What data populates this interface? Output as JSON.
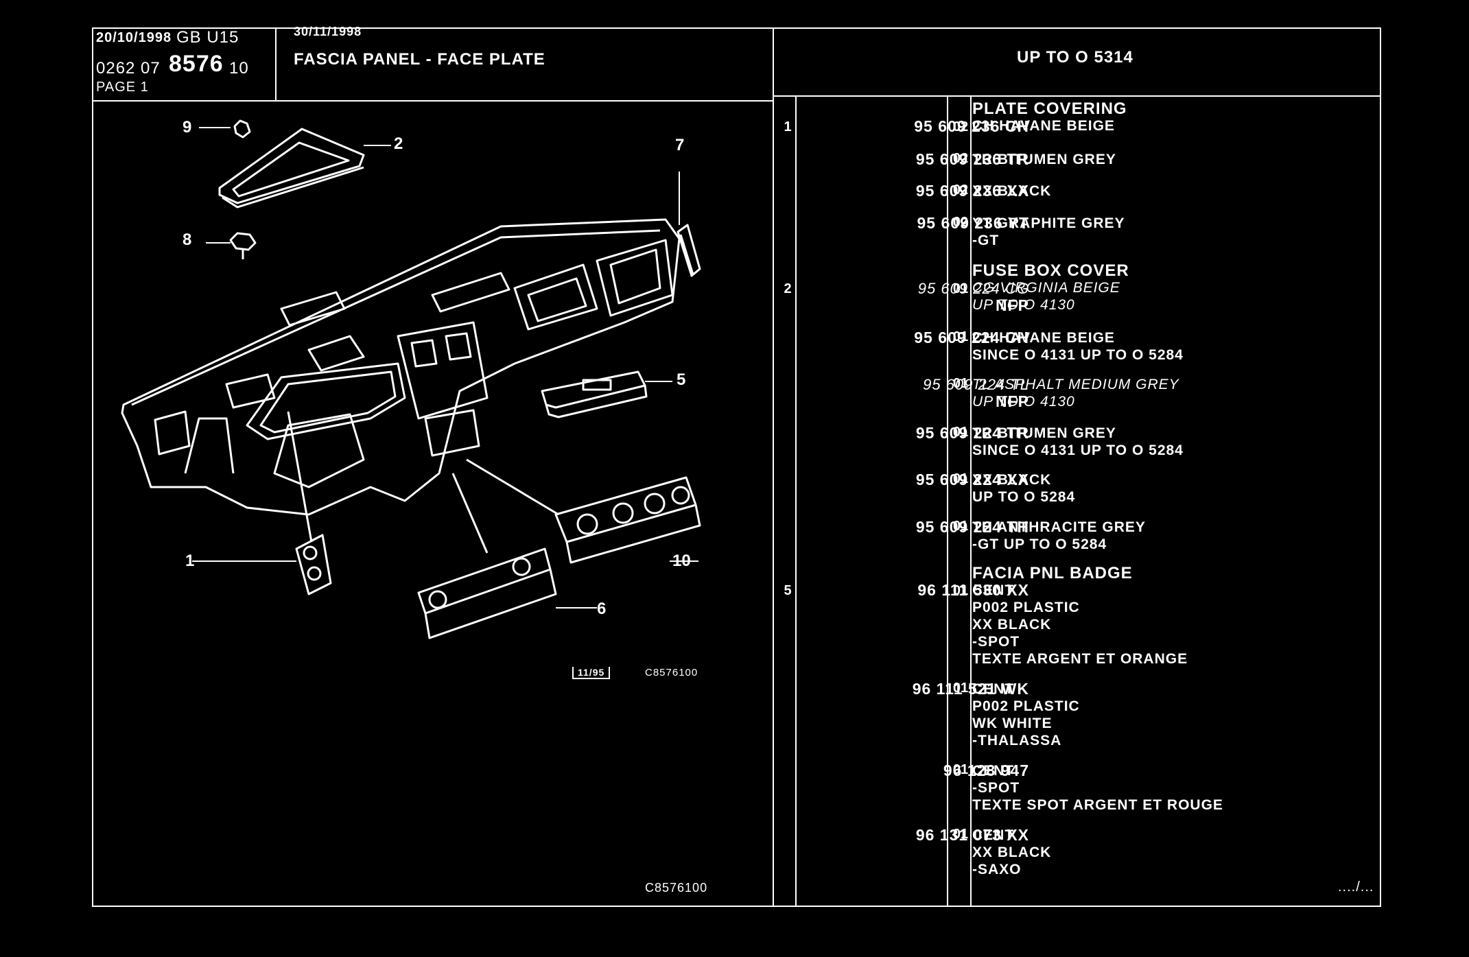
{
  "header": {
    "date1": "20/10/1998",
    "country_code": "GB U15",
    "ref_prefix": "0262 07",
    "ref_number": "8576",
    "ref_suffix": "10",
    "page_label": "PAGE 1",
    "date2": "30/11/1998",
    "title": "FASCIA PANEL - FACE PLATE",
    "validity": "UP TO O  5314"
  },
  "diagram": {
    "callouts": [
      "1",
      "2",
      "5",
      "6",
      "7",
      "8",
      "9",
      "10"
    ],
    "stamp_date": "11/95",
    "stamp_code": "C8576100",
    "footer_code": "C8576100"
  },
  "parts": [
    {
      "ref": "1",
      "pn": "95 609 236 CH",
      "pn_sub": "",
      "qty": "02",
      "lines": [
        "PLATE COVERING",
        "CH HAVANE BEIGE"
      ],
      "italic": false
    },
    {
      "ref": "",
      "pn": "95 609 236 TR",
      "pn_sub": "",
      "qty": "02",
      "lines": [
        "TR BITUMEN GREY"
      ],
      "italic": false
    },
    {
      "ref": "",
      "pn": "95 609 236 XX",
      "pn_sub": "",
      "qty": "02",
      "lines": [
        "XX BLACK"
      ],
      "italic": false
    },
    {
      "ref": "",
      "pn": "95 609 236 YT",
      "pn_sub": "",
      "qty": "02",
      "lines": [
        "YT GRAPHITE GREY",
        "-GT"
      ],
      "italic": false
    },
    {
      "ref": "2",
      "pn": "95 609 224 CG",
      "pn_sub": "NFP",
      "qty": "01",
      "lines": [
        "FUSE BOX COVER",
        "CG VIRGINIA BEIGE",
        "UP TO O 4130"
      ],
      "italic": true
    },
    {
      "ref": "",
      "pn": "95 609 224 CH",
      "pn_sub": "",
      "qty": "01",
      "lines": [
        "CH HAVANE BEIGE",
        "SINCE O 4131 UP TO O 5284"
      ],
      "italic": false
    },
    {
      "ref": "",
      "pn": "95 609 224 TL",
      "pn_sub": "NFP",
      "qty": "01",
      "lines": [
        "TL ASPHALT MEDIUM GREY",
        "UP TO O 4130"
      ],
      "italic": true
    },
    {
      "ref": "",
      "pn": "95 609 224 TR",
      "pn_sub": "",
      "qty": "01",
      "lines": [
        "TR BITUMEN GREY",
        "SINCE O 4131 UP TO O 5284"
      ],
      "italic": false
    },
    {
      "ref": "",
      "pn": "95 609 224 XX",
      "pn_sub": "",
      "qty": "01",
      "lines": [
        "XX BLACK",
        "UP TO O 5284"
      ],
      "italic": false
    },
    {
      "ref": "",
      "pn": "95 609 224 TH",
      "pn_sub": "",
      "qty": "01",
      "lines": [
        "TH ANTHRACITE GREY",
        "-GT UP TO O 5284"
      ],
      "italic": false
    },
    {
      "ref": "5",
      "pn": "96 111 530 XX",
      "pn_sub": "",
      "qty": "01",
      "lines": [
        "FACIA PNL BADGE",
        "CENT",
        "P002 PLASTIC",
        "XX BLACK",
        "-SPOT",
        "TEXTE ARGENT ET ORANGE"
      ],
      "italic": false
    },
    {
      "ref": "",
      "pn": "96 111 521 WK",
      "pn_sub": "",
      "qty": "01",
      "lines": [
        "CENT",
        "P002 PLASTIC",
        "WK WHITE",
        "-THALASSA"
      ],
      "italic": false
    },
    {
      "ref": "",
      "pn": "96 128 947",
      "pn_sub": "",
      "qty": "01",
      "lines": [
        "CENT",
        "-SPOT",
        "TEXTE SPOT ARGENT ET ROUGE"
      ],
      "italic": false
    },
    {
      "ref": "",
      "pn": "96 131 073 XX",
      "pn_sub": "",
      "qty": "01",
      "lines": [
        "CENT",
        "XX BLACK",
        "-SAXO"
      ],
      "italic": false
    }
  ],
  "continuation": "..../..."
}
